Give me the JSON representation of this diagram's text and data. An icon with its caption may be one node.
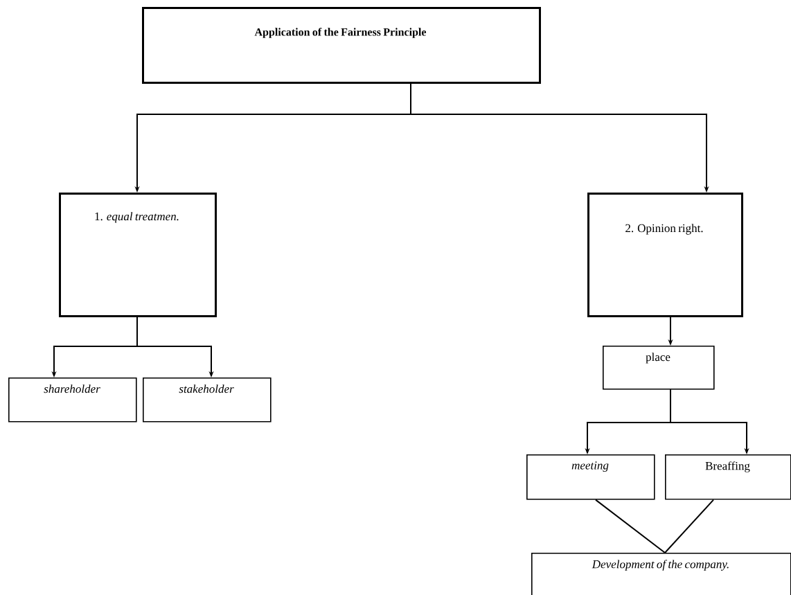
{
  "diagram": {
    "nodes": [
      {
        "text": [
          "Application of the Fairness Principle"
        ]
      },
      {
        "text": [
          "1. *equal treatmen.*"
        ]
      },
      {
        "text": [
          "2. Opinion right."
        ]
      },
      {
        "text": [
          "shareholder"
        ]
      },
      {
        "text": [
          "stakeholder"
        ]
      },
      {
        "text": [
          "place"
        ]
      },
      {
        "text": [
          "meeting"
        ]
      },
      {
        "text": [
          "Breaffing"
        ]
      },
      {
        "text": [
          "Development of the company."
        ]
      }
    ],
    "edges": [
      {
        "from": 0,
        "to": 1,
        "arrow": "to"
      },
      {
        "from": 0,
        "to": 2,
        "arrow": "to"
      },
      {
        "from": 1,
        "to": 3,
        "arrow": "to"
      },
      {
        "from": 1,
        "to": 4,
        "arrow": "to"
      },
      {
        "from": 2,
        "to": 5,
        "arrow": "to"
      },
      {
        "from": 5,
        "to": 6,
        "arrow": "to"
      },
      {
        "from": 5,
        "to": 7,
        "arrow": "to"
      },
      {
        "from": 6,
        "to": 8,
        "arrow": "none"
      },
      {
        "from": 7,
        "to": 8,
        "arrow": "none"
      }
    ]
  }
}
